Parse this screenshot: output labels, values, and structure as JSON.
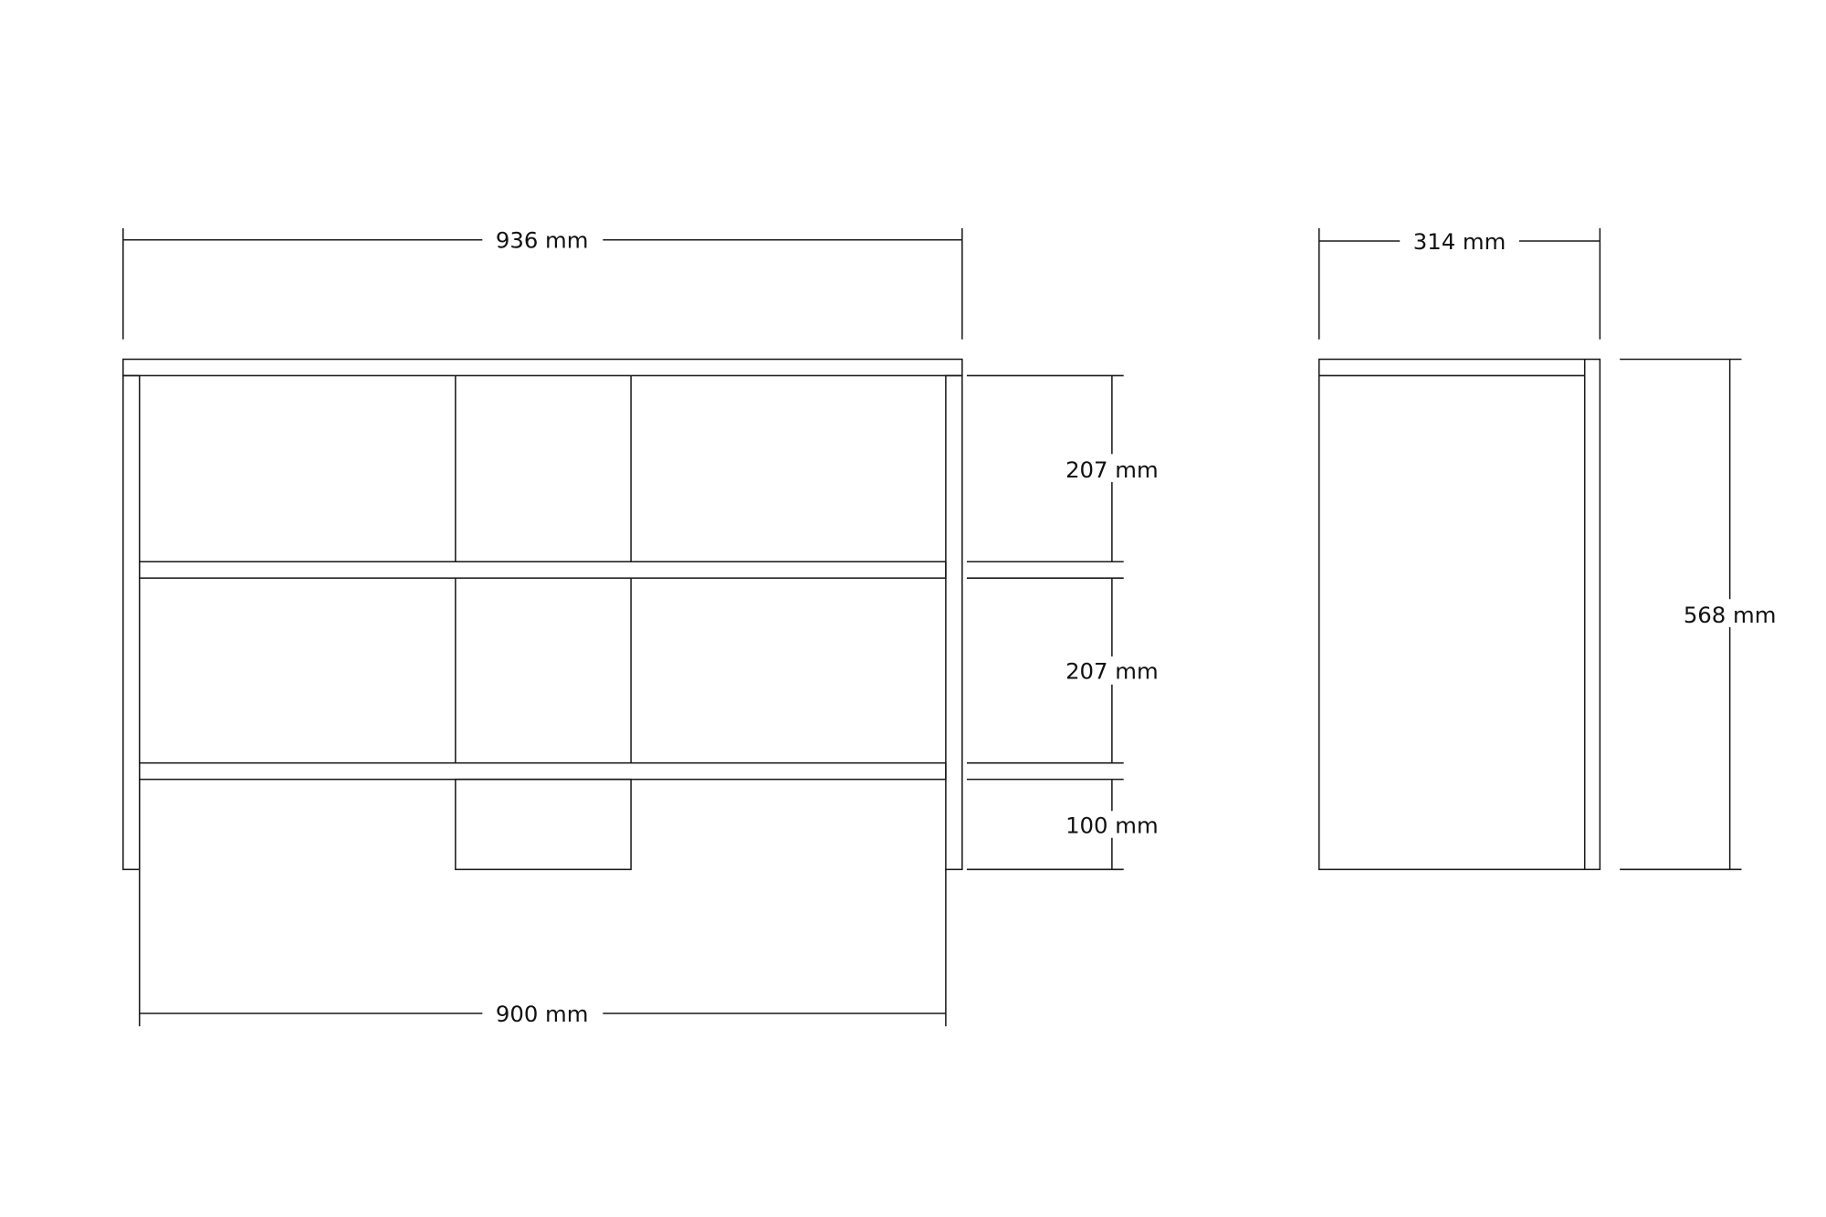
{
  "front_view": {
    "overall_width": "936 mm",
    "inner_width": "900 mm",
    "shelf_1_height": "207 mm",
    "shelf_2_height": "207 mm",
    "base_height": "100 mm"
  },
  "side_view": {
    "depth": "314 mm",
    "overall_height": "568 mm"
  }
}
